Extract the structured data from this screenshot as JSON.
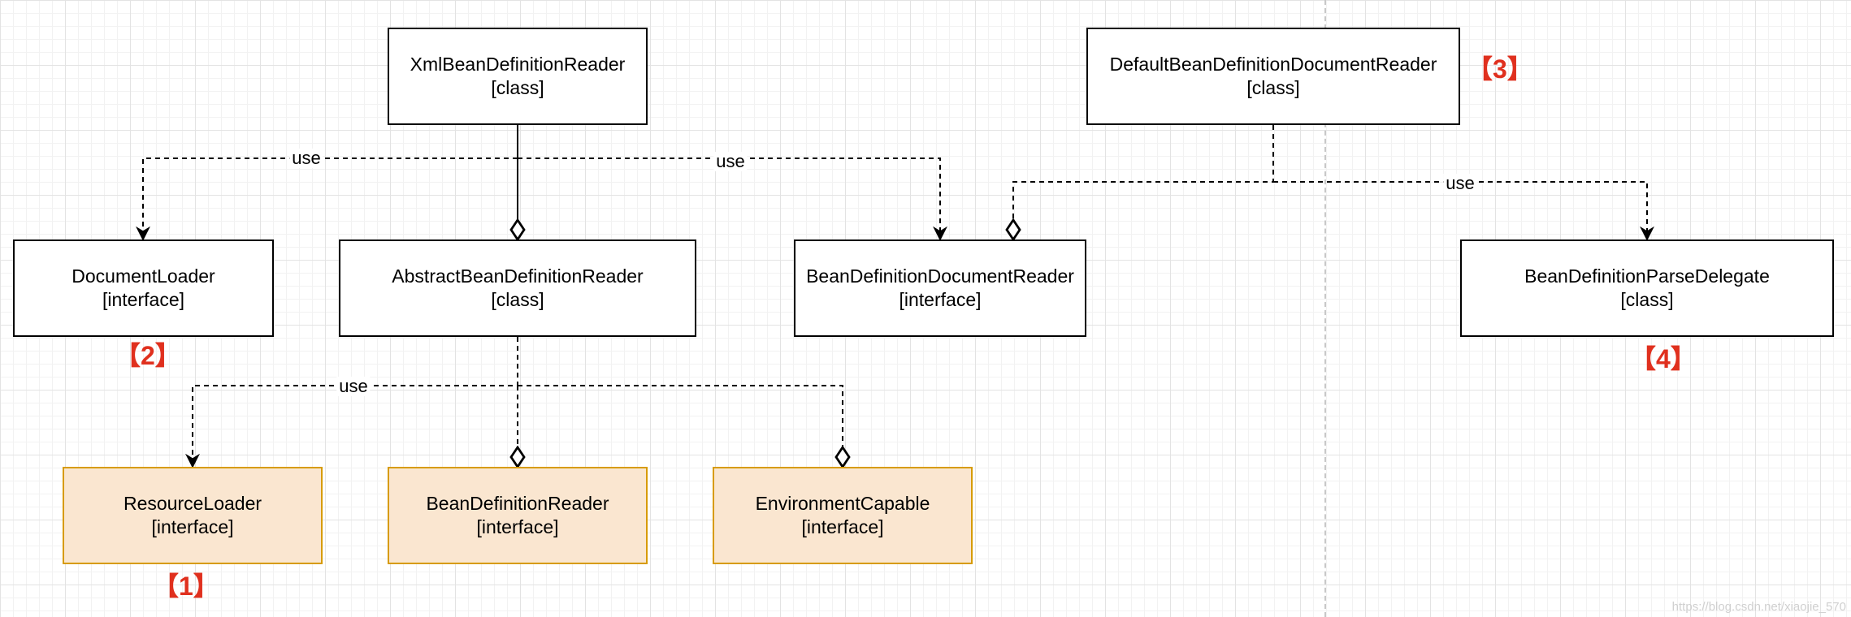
{
  "nodes": {
    "xml_bean_definition_reader": {
      "name": "XmlBeanDefinitionReader",
      "kind": "[class]"
    },
    "default_bean_definition_document_reader": {
      "name": "DefaultBeanDefinitionDocumentReader",
      "kind": "[class]"
    },
    "document_loader": {
      "name": "DocumentLoader",
      "kind": "[interface]"
    },
    "abstract_bean_definition_reader": {
      "name": "AbstractBeanDefinitionReader",
      "kind": "[class]"
    },
    "bean_definition_document_reader": {
      "name": "BeanDefinitionDocumentReader",
      "kind": "[interface]"
    },
    "bean_definition_parse_delegate": {
      "name": "BeanDefinitionParseDelegate",
      "kind": "[class]"
    },
    "resource_loader": {
      "name": "ResourceLoader",
      "kind": "[interface]"
    },
    "bean_definition_reader": {
      "name": "BeanDefinitionReader",
      "kind": "[interface]"
    },
    "environment_capable": {
      "name": "EnvironmentCapable",
      "kind": "[interface]"
    }
  },
  "markers": {
    "m1": "【1】",
    "m2": "【2】",
    "m3": "【3】",
    "m4": "【4】"
  },
  "edge_labels": {
    "use_1": "use",
    "use_2": "use",
    "use_3": "use",
    "use_4": "use"
  },
  "colors": {
    "class_fill": "#ffffff",
    "interface_fill": "#fae6d0",
    "interface_border": "#d79b00",
    "marker": "#e0301e"
  },
  "watermark": "https://blog.csdn.net/xiaojie_570"
}
